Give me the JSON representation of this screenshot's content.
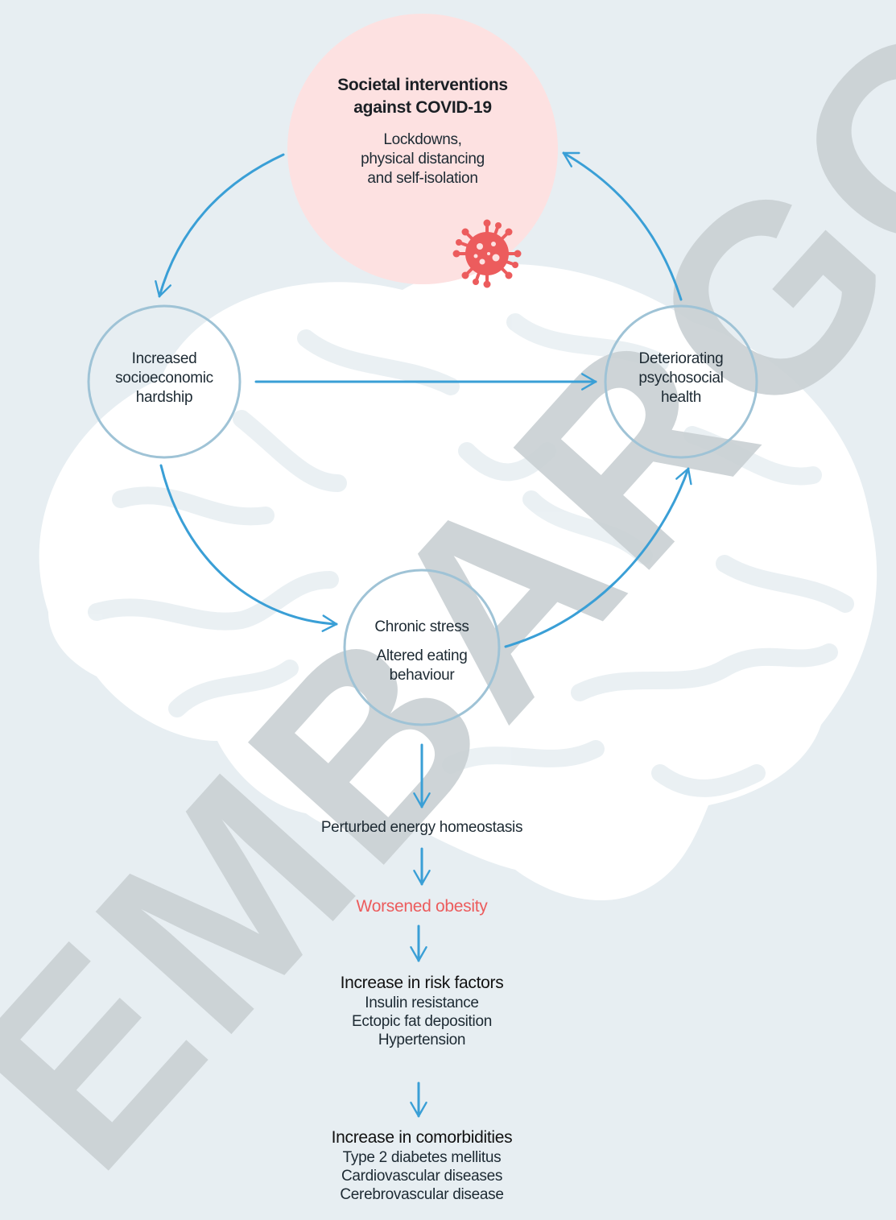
{
  "watermark": "EMBARGO",
  "colors": {
    "background": "#e7eef2",
    "brain": "#ffffff",
    "arrow": "#3a9fd6",
    "node_outline": "#9fc3d6",
    "covid_fill": "#fde1e1",
    "virus": "#ec5c5d",
    "watermark": "#c9cfd3",
    "highlight": "#ec5c5d"
  },
  "top_node": {
    "title_line1": "Societal interventions",
    "title_line2": "against COVID-19",
    "line1": "Lockdowns,",
    "line2": "physical distancing",
    "line3": "and self-isolation",
    "icon": "virus-icon"
  },
  "left_node": {
    "line1": "Increased",
    "line2": "socioeconomic",
    "line3": "hardship"
  },
  "right_node": {
    "line1": "Deteriorating",
    "line2": "psychosocial",
    "line3": "health"
  },
  "bottom_node": {
    "line1": "Chronic stress",
    "line2": "Altered eating",
    "line3": "behaviour"
  },
  "steps": {
    "energy": "Perturbed energy homeostasis",
    "obesity": "Worsened obesity"
  },
  "risk_factors": {
    "heading": "Increase in risk factors",
    "items": [
      "Insulin resistance",
      "Ectopic fat deposition",
      "Hypertension"
    ]
  },
  "comorbidities": {
    "heading": "Increase in comorbidities",
    "items": [
      "Type 2 diabetes mellitus",
      "Cardiovascular diseases",
      "Cerebrovascular disease"
    ]
  }
}
